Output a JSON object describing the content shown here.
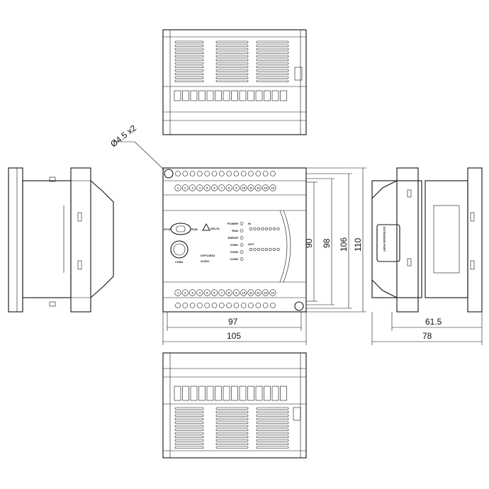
{
  "dimensions": {
    "hole": "Ø4.5 x2",
    "h90": "90",
    "h98": "98",
    "h106": "106",
    "h110": "110",
    "w97": "97",
    "w105": "105",
    "d61_5": "61.5",
    "d78": "78"
  },
  "front_panel": {
    "stop": "STOP",
    "run": "RUN",
    "brand": "DELTA",
    "leds": [
      "POWER",
      "RUN",
      "ERROR",
      "COM1",
      "COM2",
      "COM3"
    ],
    "in_label": "IN",
    "out_label": "OUT",
    "port_label": "COM1",
    "model": "DVP14SS2",
    "model_sub": "24VDC"
  },
  "side_panel": {
    "extension_port": "EXTENSION PORT"
  },
  "terminal_numbers": [
    "1",
    "2",
    "3",
    "4",
    "5",
    "6",
    "7",
    "8",
    "9",
    "10",
    "11",
    "12",
    "13",
    "14"
  ]
}
